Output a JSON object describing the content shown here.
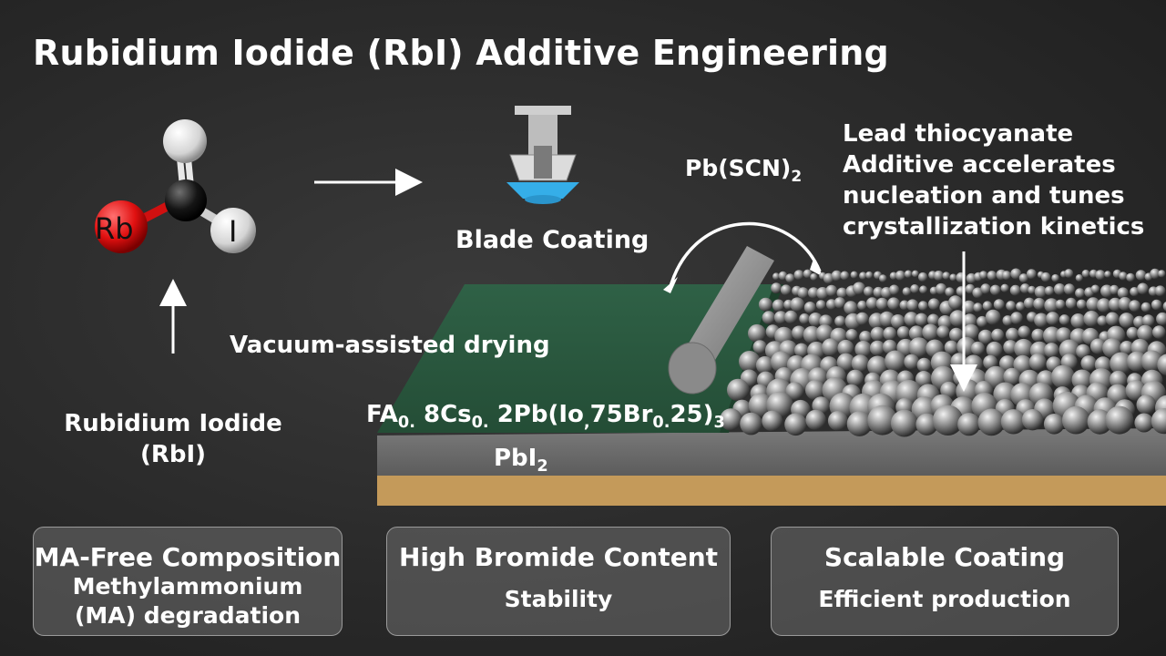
{
  "title": "Rubidium Iodide (RbI) Additive Engineering",
  "molecule": {
    "atom_rb": "Rb",
    "atom_i": "I"
  },
  "labels": {
    "blade_coating": "Blade Coating",
    "vacuum_drying": "Vacuum-assisted drying",
    "rbi_line1": "Rubidium Iodide",
    "rbi_line2": "(RbI)",
    "pbscn_main": "Pb(SCN)",
    "pbscn_sub": "2",
    "lead_line1": "Lead thiocyanate",
    "lead_line2": "Additive accelerates",
    "lead_line3": "nucleation and tunes",
    "lead_line4": "crystallization kinetics",
    "pbi2_main": "PbI",
    "pbi2_sub": "2"
  },
  "formula": {
    "parts": [
      "FA",
      "0.",
      " 8Cs",
      "0.",
      " 2Pb(Io",
      ",",
      "75Br",
      "0.",
      "25)",
      "3"
    ]
  },
  "cards": [
    {
      "title": "MA-Free Composition",
      "line1": "Methylammonium",
      "line2": "(MA) degradation"
    },
    {
      "title": "High Bromide Content",
      "line1": "Stability"
    },
    {
      "title": "Scalable Coating",
      "line1": "Efficient production"
    }
  ],
  "colors": {
    "film_green": "#2c5a3f",
    "substrate_tan": "#c49a5a",
    "rb_red": "#e01010",
    "blade_blue": "#35aee8"
  }
}
